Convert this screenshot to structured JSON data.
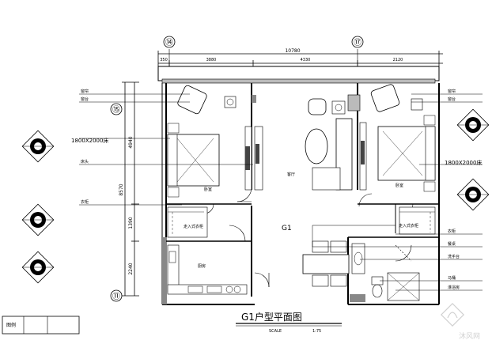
{
  "drawing": {
    "title": "G1户型平面图",
    "scale_text": "SCALE",
    "scale_value": "1:75",
    "unit_label": "G1"
  },
  "grid_markers": {
    "top_left": "⑭",
    "top_right": "⑰",
    "side_upper": "⑮",
    "side_lower": "⑪"
  },
  "dimensions": {
    "total_width": "10780",
    "top_segments": [
      "350",
      "3880",
      "4330",
      "2120"
    ],
    "left_segments": [
      "4940",
      "1390",
      "2240"
    ],
    "left_total": "8570"
  },
  "callouts": {
    "bed_left": "1800X2000床",
    "bed_right": "1800X2000床"
  },
  "room_labels": {
    "bedroom_left": "卧室",
    "bedroom_right": "卧室",
    "living": "客厅",
    "kitchen": "厨房",
    "closet_left": "走入式衣柜",
    "closet_right": "走入式衣柜"
  },
  "annotations_left": [
    "窗帘",
    "窗台",
    "床头",
    "衣柜"
  ],
  "annotations_right": [
    "窗帘",
    "窗台",
    "衣柜",
    "餐桌",
    "洗手台",
    "马桶",
    "淋浴房"
  ],
  "title_block": {
    "label": "图例"
  },
  "watermark": {
    "text": "沐风网"
  }
}
